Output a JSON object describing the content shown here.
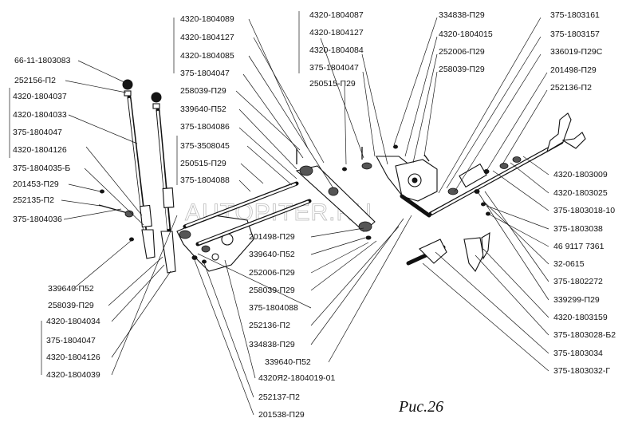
{
  "figure": {
    "caption": "Рис.26",
    "watermark": "AUTOPITER.RU"
  },
  "labels": {
    "l01": "66-11-1803083",
    "l02": "252156-П2",
    "l03": "4320-1804037",
    "l04": "4320-1804033",
    "l05": "375-1804047",
    "l06": "4320-1804126",
    "l07": "375-1804035-Б",
    "l08": "201453-П29",
    "l09": "252135-П2",
    "l10": "375-1804036",
    "l11": "339640-П52",
    "l12": "258039-П29",
    "l13": "4320-1804034",
    "l14": "375-1804047",
    "l15": "4320-1804126",
    "l16": "4320-1804039",
    "l17": "4320-1804089",
    "l18": "4320-1804127",
    "l19": "4320-1804085",
    "l20": "375-1804047",
    "l21": "258039-П29",
    "l22": "339640-П52",
    "l23": "375-1804086",
    "l24": "375-3508045",
    "l25": "250515-П29",
    "l26": "375-1804088",
    "l27": "4320-1804087",
    "l28": "4320-1804127",
    "l29": "4320-1804084",
    "l30": "375-1804047",
    "l31": "250515-П29",
    "l32": "334838-П29",
    "l33": "4320-1804015",
    "l34": "252006-П29",
    "l35": "258039-П29",
    "l36": "375-1803161",
    "l37": "375-1803157",
    "l38": "336019-П29С",
    "l39": "201498-П29",
    "l40": "252136-П2",
    "l41": "201498-П29",
    "l42": "339640-П52",
    "l43": "252006-П29",
    "l44": "258039-П29",
    "l45": "375-1804088",
    "l46": "252136-П2",
    "l47": "334838-П29",
    "l48": "339640-П52",
    "l49": "4320Я2-1804019-01",
    "l50": "252137-П2",
    "l51": "201538-П29",
    "l52": "4320-1803009",
    "l53": "4320-1803025",
    "l54": "375-1803018-10",
    "l55": "375-1803038",
    "l56": "46 9117 7361",
    "l57": "32-0615",
    "l58": "375-1802272",
    "l59": "339299-П29",
    "l60": "4320-1803159",
    "l61": "375-1803028-Б2",
    "l62": "375-1803034",
    "l63": "375-1803032-Г"
  }
}
